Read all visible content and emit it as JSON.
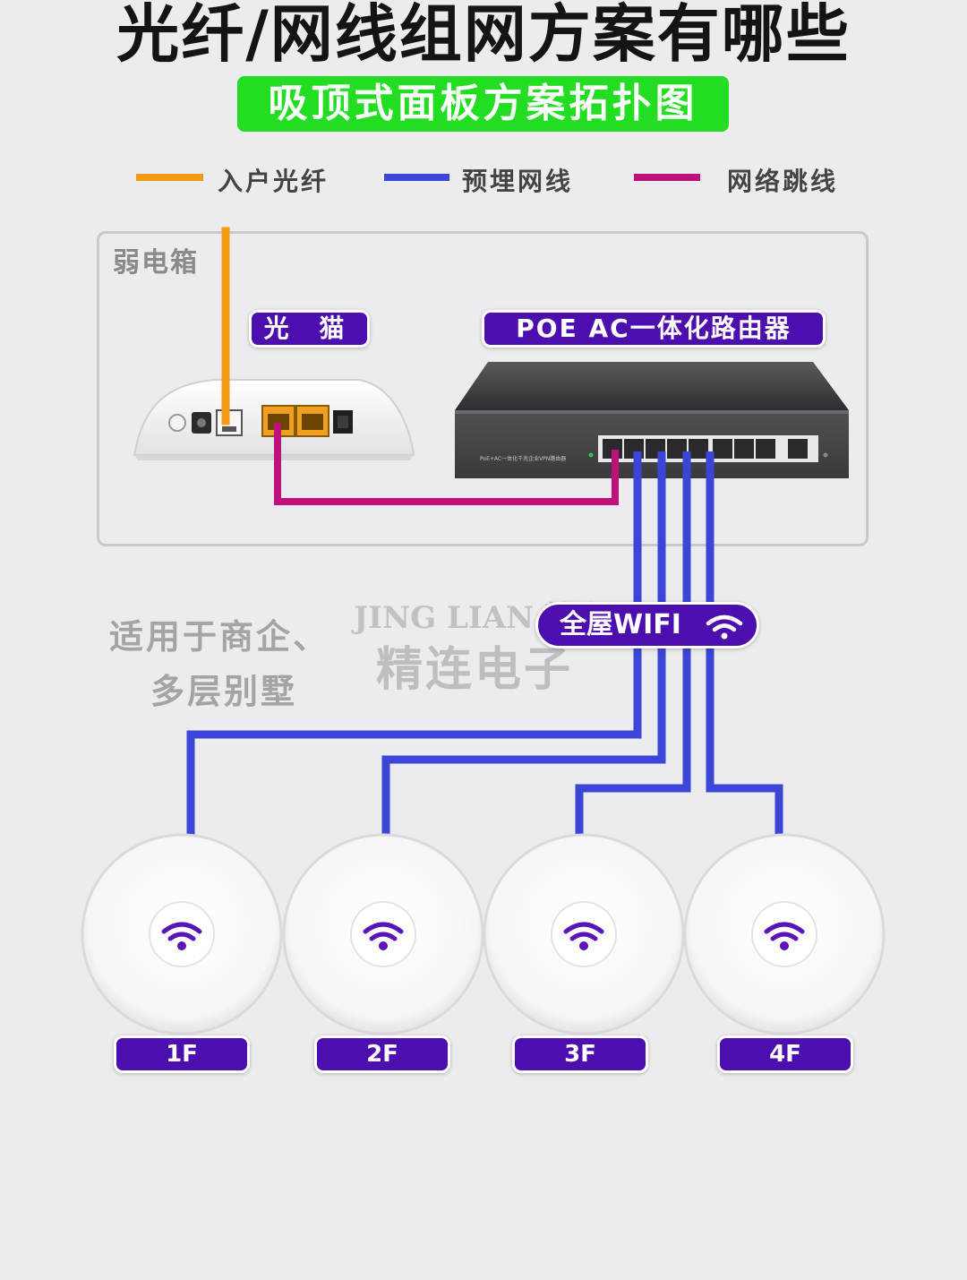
{
  "title": "光纤/网线组网方案有哪些",
  "subtitle": "吸顶式面板方案拓扑图",
  "legend": [
    {
      "label": "入户光纤",
      "color": "#f59a12"
    },
    {
      "label": "预埋网线",
      "color": "#3b45d6"
    },
    {
      "label": "网络跳线",
      "color": "#c0117a"
    }
  ],
  "cabinet": {
    "label": "弱电箱"
  },
  "modem": {
    "label": "光 猫"
  },
  "router": {
    "label": "POE AC一体化路由器",
    "panel_text": "PoE+AC一体化千兆企业VPN路由器"
  },
  "wifi_badge": {
    "label": "全屋WIFI"
  },
  "usage": {
    "line1": "适用于商企、",
    "line2": "多层别墅"
  },
  "watermark": {
    "en": "JING LIAN 精连®",
    "cn": "精连电子"
  },
  "floors": [
    {
      "label": "1F"
    },
    {
      "label": "2F"
    },
    {
      "label": "3F"
    },
    {
      "label": "4F"
    }
  ],
  "colors": {
    "label_bg": "#4d0eb0",
    "wifi_icon": "#5a14b8",
    "subtitle_bg": "#22dd22",
    "background": "#ececee"
  }
}
